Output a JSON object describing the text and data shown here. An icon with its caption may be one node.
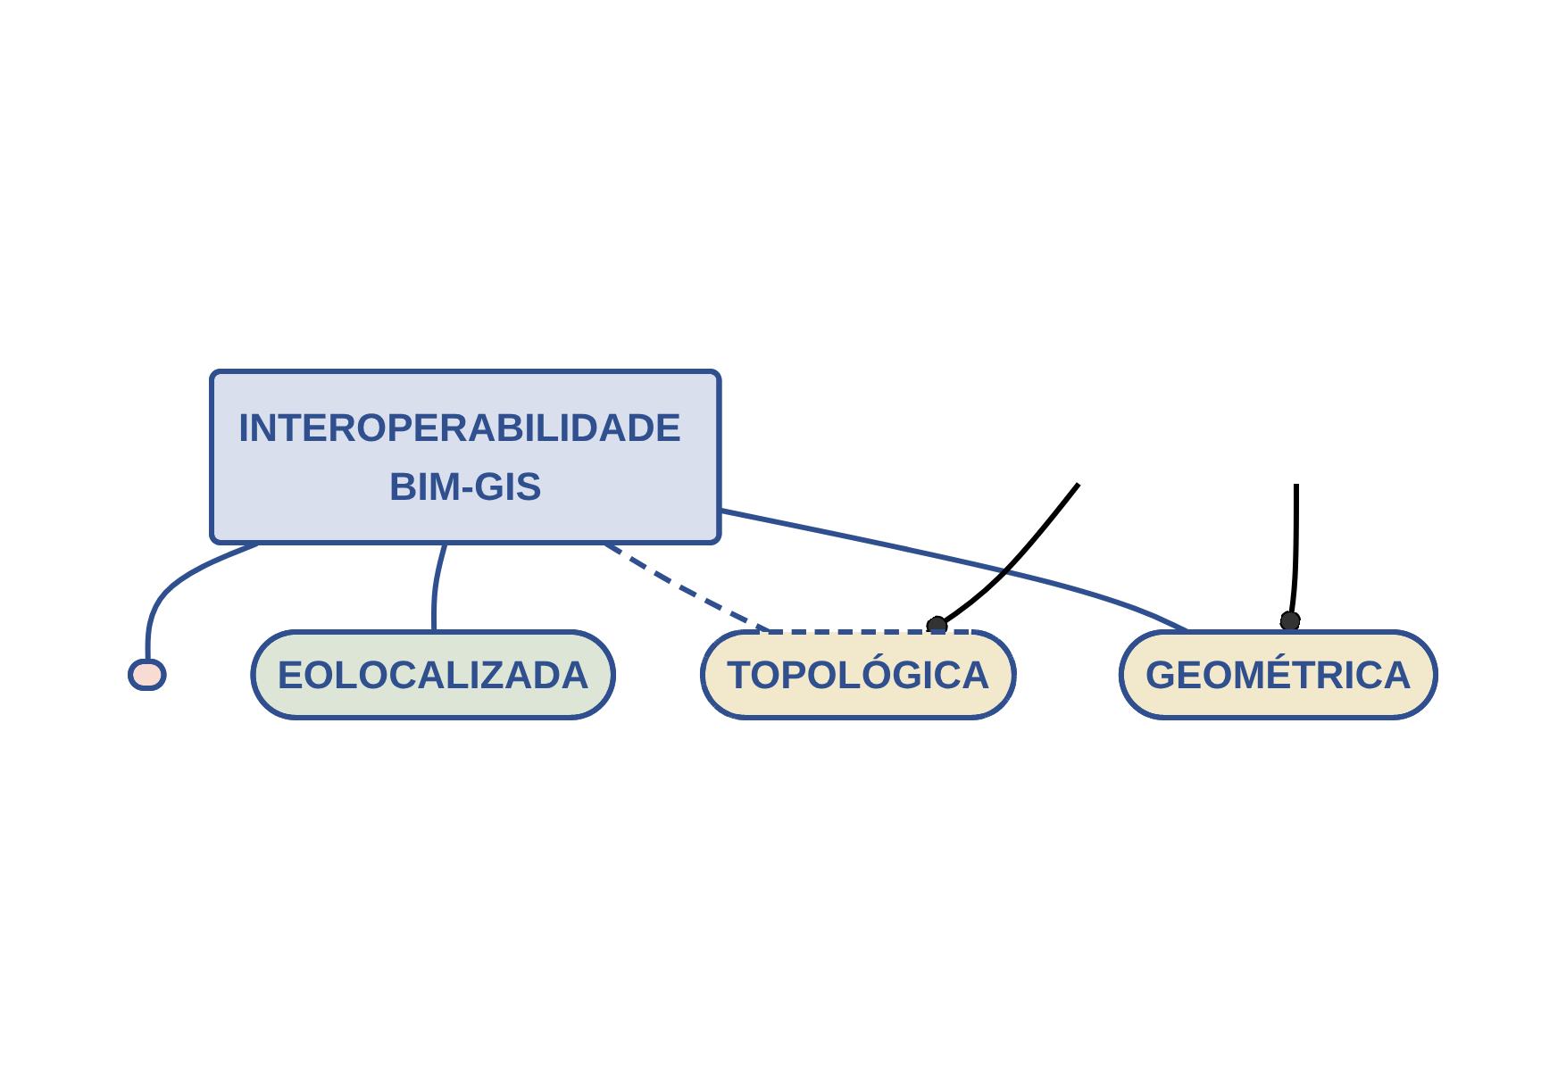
{
  "diagram": {
    "nodes": [
      {
        "text": [
          "INTEROPERABILIDADE BIM-GIS"
        ]
      },
      {
        "text": [],
        "shape": "ellipse"
      },
      {
        "text": [
          "EOLOCALIZADA"
        ]
      },
      {
        "text": [
          "TOPOLÓGICA"
        ]
      },
      {
        "text": [
          "GEOMÉTRICA"
        ]
      }
    ],
    "edges": [
      {
        "from": 0,
        "to": 1,
        "arrow": "none"
      },
      {
        "from": 0,
        "to": 2,
        "arrow": "none"
      },
      {
        "from": 0,
        "to": 3,
        "arrow": "none",
        "style": "dashed"
      },
      {
        "from": 0,
        "to": 4,
        "arrow": "none"
      },
      {
        "from": 3,
        "to": null,
        "arrow": "other",
        "color": "#000000"
      },
      {
        "from": 4,
        "to": null,
        "arrow": "other",
        "color": "#000000"
      }
    ]
  }
}
